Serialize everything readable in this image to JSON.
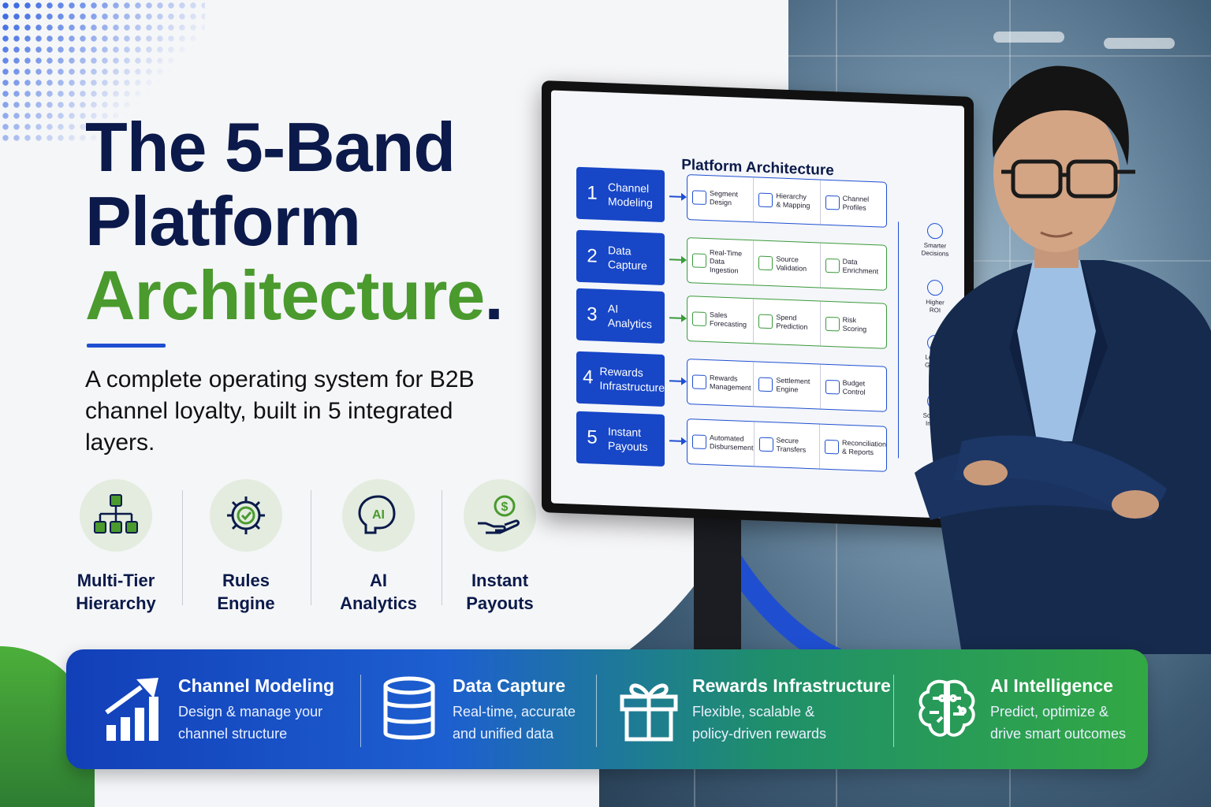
{
  "headline": {
    "line1": "The 5-Band",
    "line2": "Platform",
    "line3": "Architecture",
    "period": "."
  },
  "subtitle": "A complete operating system for B2B channel loyalty, built in 5 integrated layers.",
  "features": [
    {
      "icon": "hierarchy-icon",
      "line1": "Multi-Tier",
      "line2": "Hierarchy"
    },
    {
      "icon": "gear-check-icon",
      "line1": "Rules",
      "line2": "Engine"
    },
    {
      "icon": "ai-head-icon",
      "line1": "AI",
      "line2": "Analytics"
    },
    {
      "icon": "hand-dollar-icon",
      "line1": "Instant",
      "line2": "Payouts"
    }
  ],
  "monitor": {
    "title": "Platform Architecture",
    "bands": [
      {
        "num": "1",
        "label_l1": "Channel",
        "label_l2": "Modeling",
        "color": "#1f4fd0",
        "items": [
          {
            "l1": "Segment",
            "l2": "Design"
          },
          {
            "l1": "Hierarchy",
            "l2": "& Mapping"
          },
          {
            "l1": "Channel",
            "l2": "Profiles"
          }
        ]
      },
      {
        "num": "2",
        "label_l1": "Data",
        "label_l2": "Capture",
        "color": "#3a9a3a",
        "items": [
          {
            "l1": "Real-Time",
            "l2": "Data Ingestion"
          },
          {
            "l1": "Source",
            "l2": "Validation"
          },
          {
            "l1": "Data",
            "l2": "Enrichment"
          }
        ]
      },
      {
        "num": "3",
        "label_l1": "AI Analytics",
        "label_l2": "",
        "color": "#3a9a3a",
        "items": [
          {
            "l1": "Sales",
            "l2": "Forecasting"
          },
          {
            "l1": "Spend",
            "l2": "Prediction"
          },
          {
            "l1": "Risk",
            "l2": "Scoring"
          }
        ]
      },
      {
        "num": "4",
        "label_l1": "Rewards",
        "label_l2": "Infrastructure",
        "color": "#1f4fd0",
        "items": [
          {
            "l1": "Rewards",
            "l2": "Management"
          },
          {
            "l1": "Settlement",
            "l2": "Engine"
          },
          {
            "l1": "Budget",
            "l2": "Control"
          }
        ]
      },
      {
        "num": "5",
        "label_l1": "Instant",
        "label_l2": "Payouts",
        "color": "#1f4fd0",
        "items": [
          {
            "l1": "Automated",
            "l2": "Disbursement"
          },
          {
            "l1": "Secure",
            "l2": "Transfers"
          },
          {
            "l1": "Reconciliation",
            "l2": "& Reports"
          }
        ]
      }
    ],
    "outcomes": [
      {
        "l1": "Smarter",
        "l2": "Decisions"
      },
      {
        "l1": "Higher",
        "l2": "ROI"
      },
      {
        "l1": "Loyalty",
        "l2": "Growth"
      },
      {
        "l1": "Scalable",
        "l2": "Impact"
      }
    ]
  },
  "bottom_bar": [
    {
      "icon": "growth-chart-icon",
      "title": "Channel Modeling",
      "desc_l1": "Design & manage your",
      "desc_l2": "channel structure"
    },
    {
      "icon": "database-icon",
      "title": "Data Capture",
      "desc_l1": "Real-time, accurate",
      "desc_l2": "and unified data"
    },
    {
      "icon": "gift-icon",
      "title": "Rewards Infrastructure",
      "desc_l1": "Flexible, scalable &",
      "desc_l2": "policy-driven rewards"
    },
    {
      "icon": "brain-icon",
      "title": "AI Intelligence",
      "desc_l1": "Predict, optimize &",
      "desc_l2": "drive smart outcomes"
    }
  ],
  "colors": {
    "navy": "#0b1a4a",
    "green": "#4a9a2e",
    "blue": "#1f4fd0"
  }
}
